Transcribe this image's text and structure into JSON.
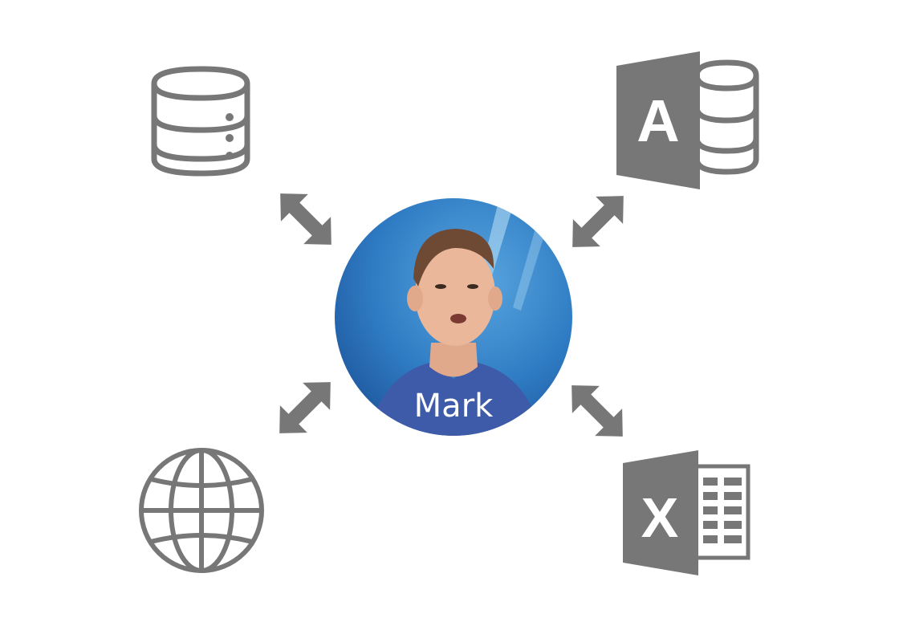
{
  "center": {
    "name": "Mark"
  },
  "icons": {
    "top_left": "database-icon",
    "top_right": "access-database-icon",
    "top_right_letter": "A",
    "bottom_left": "globe-icon",
    "bottom_right": "excel-spreadsheet-icon",
    "bottom_right_letter": "X"
  },
  "connectors": [
    "arrow-top-left",
    "arrow-top-right",
    "arrow-bottom-left",
    "arrow-bottom-right"
  ],
  "colors": {
    "icon_gray": "#777777",
    "avatar_blue": "#2f6fb1",
    "label_white": "#ffffff"
  }
}
